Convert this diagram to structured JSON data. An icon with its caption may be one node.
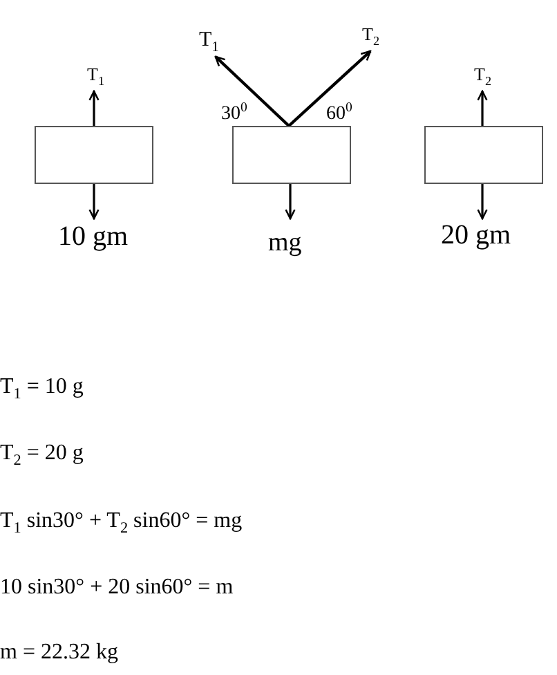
{
  "diagram": {
    "nodes": [
      {
        "text": [],
        "shape": "box",
        "beside": [
          "10 gm"
        ]
      },
      {
        "text": [],
        "shape": "box",
        "beside": [
          "mg"
        ]
      },
      {
        "text": [],
        "shape": "box",
        "beside": [
          "20 gm"
        ]
      }
    ],
    "labels": [
      "T$_{1}$",
      "T$_{1}$",
      "T$_{2}$",
      "30$^{0}$",
      "60$^{0}$",
      "T$_{2}$",
      "T$_{1}$ = 10 g",
      "T$_{2}$ = 20 g",
      "T$_{1}$ sin30° + T$_{2}$ sin60° = mg",
      "10 sin30° + 20 sin60° = m",
      "m = 22.32 kg"
    ]
  }
}
